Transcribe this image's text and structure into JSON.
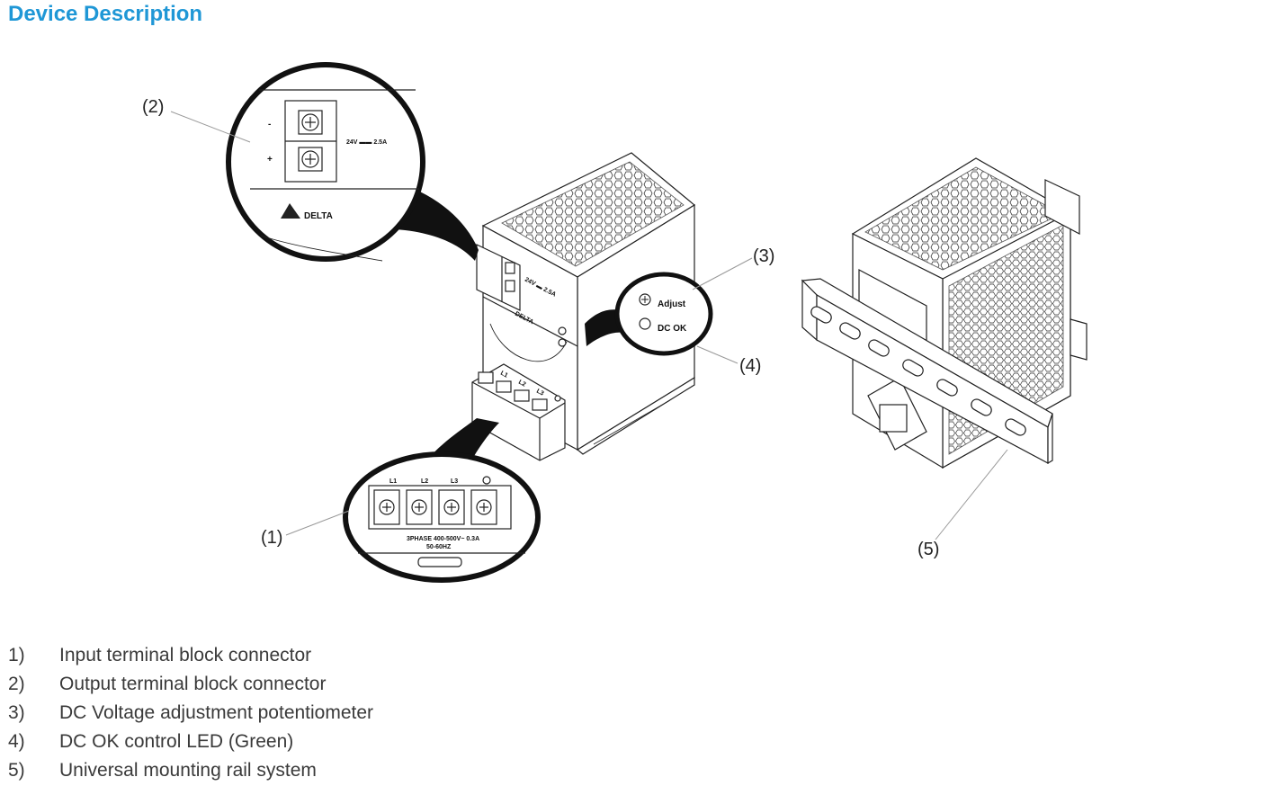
{
  "header": {
    "title": "Device Description"
  },
  "callouts": [
    "(1)",
    "(2)",
    "(3)",
    "(4)",
    "(5)"
  ],
  "output_detail": {
    "minus": "-",
    "plus": "+",
    "rating": "24V ▬▬ 2.5A",
    "logo_text": "DELTA"
  },
  "front_panel": {
    "adjust_label": "Adjust",
    "dcok_label": "DC OK"
  },
  "input_detail": {
    "terminals": [
      "L1",
      "L2",
      "L3"
    ],
    "rating_line1": "3PHASE 400-500V~ 0.3A",
    "rating_line2": "50-60HZ"
  },
  "legend": [
    {
      "num": "1)",
      "text": "Input terminal block connector"
    },
    {
      "num": "2)",
      "text": "Output terminal block connector"
    },
    {
      "num": "3)",
      "text": "DC Voltage adjustment potentiometer"
    },
    {
      "num": "4)",
      "text": "DC OK control LED (Green)"
    },
    {
      "num": "5)",
      "text": "Universal mounting rail system"
    }
  ],
  "colors": {
    "title": "#1f97d6",
    "line": "#222222"
  }
}
